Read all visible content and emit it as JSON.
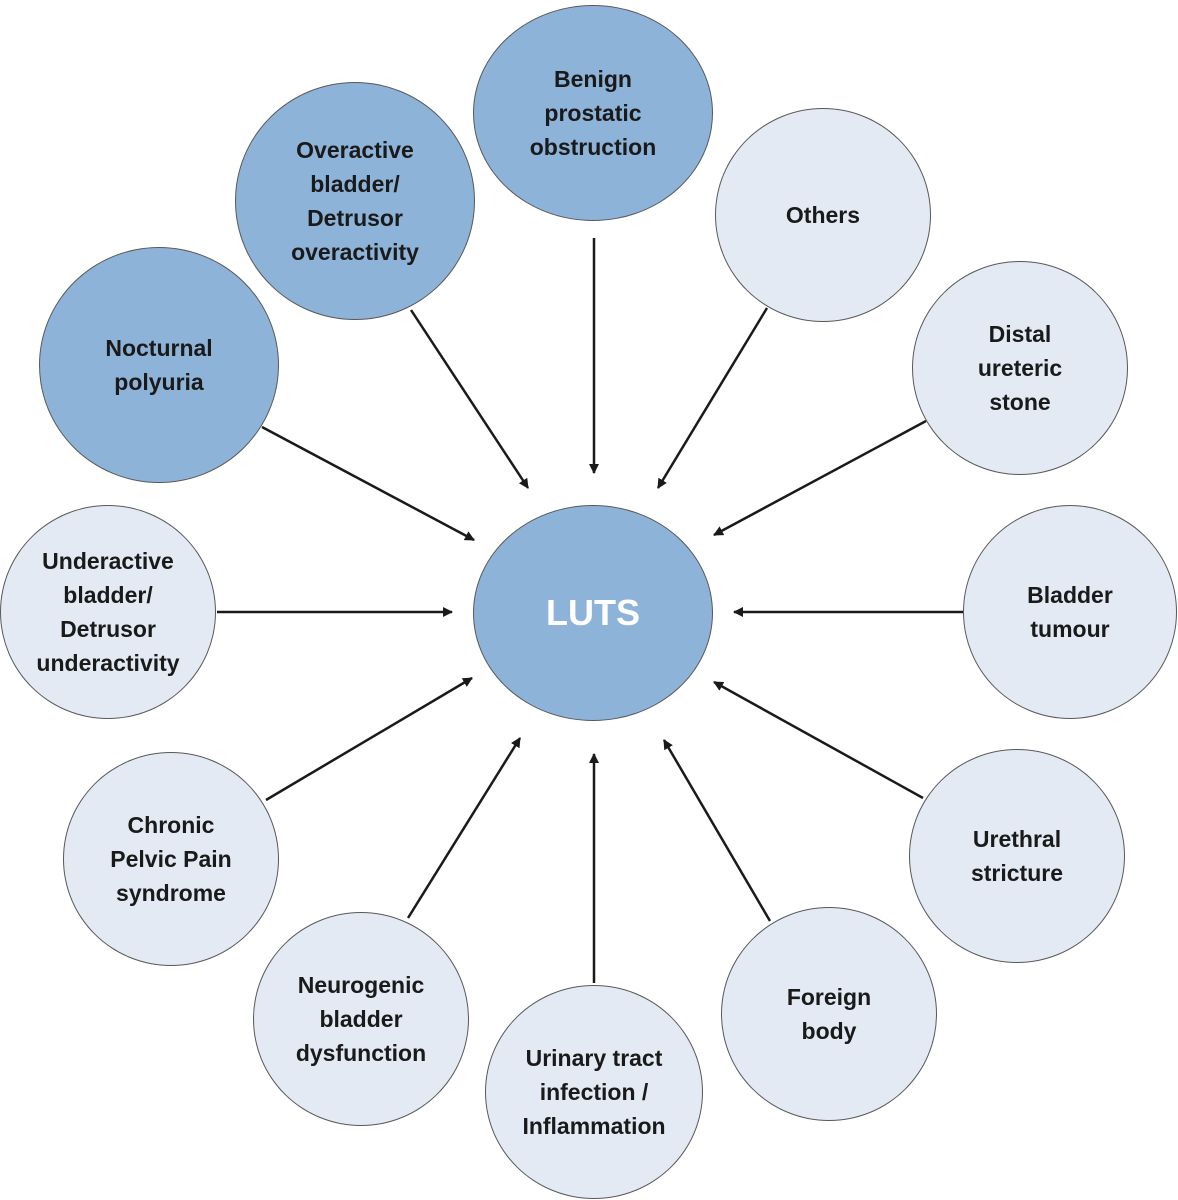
{
  "center": {
    "label": "LUTS",
    "style": "dark"
  },
  "nodes": [
    {
      "id": "benign-prostatic-obstruction",
      "label": "Benign\nprostatic\nobstruction",
      "style": "dark"
    },
    {
      "id": "others",
      "label": "Others",
      "style": "light"
    },
    {
      "id": "distal-ureteric-stone",
      "label": "Distal\nureteric\nstone",
      "style": "light"
    },
    {
      "id": "bladder-tumour",
      "label": "Bladder\ntumour",
      "style": "light"
    },
    {
      "id": "urethral-stricture",
      "label": "Urethral\nstricture",
      "style": "light"
    },
    {
      "id": "foreign-body",
      "label": "Foreign\nbody",
      "style": "light"
    },
    {
      "id": "urinary-tract-infection",
      "label": "Urinary tract\ninfection /\nInflammation",
      "style": "light"
    },
    {
      "id": "neurogenic-bladder-dysfunction",
      "label": "Neurogenic\nbladder\ndysfunction",
      "style": "light"
    },
    {
      "id": "chronic-pelvic-pain-syndrome",
      "label": "Chronic\nPelvic Pain\nsyndrome",
      "style": "light"
    },
    {
      "id": "underactive-bladder",
      "label": "Underactive\nbladder/\nDetrusor\nunderactivity",
      "style": "light"
    },
    {
      "id": "nocturnal-polyuria",
      "label": "Nocturnal\npolyuria",
      "style": "dark"
    },
    {
      "id": "overactive-bladder",
      "label": "Overactive\nbladder/\nDetrusor\noveractivity",
      "style": "dark"
    }
  ],
  "colors": {
    "dark_fill": "#8db3d9",
    "light_fill": "#e3eaf4",
    "outline": "#595959",
    "arrow": "#1a1a1a"
  }
}
